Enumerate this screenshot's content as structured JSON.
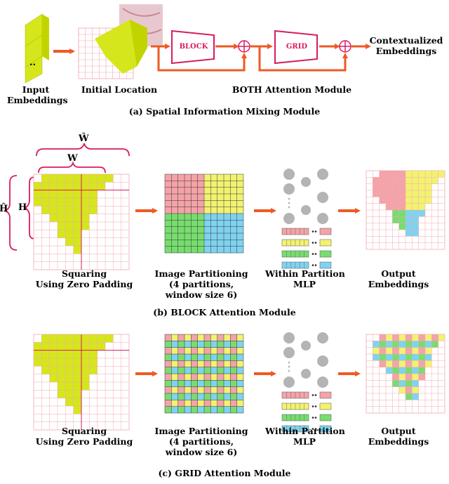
{
  "section_a": {
    "input_label": "Input\nEmbeddings",
    "initial_label": "Initial Location",
    "block_text": "BLOCK",
    "grid_text": "GRID",
    "output_label": "Contextualized\nEmbeddings",
    "both_label": "BOTH Attention Module",
    "caption": "(a) Spatial Information Mixing Module",
    "dots": ".."
  },
  "section_b": {
    "w_hat": "Ŵ",
    "w": "W",
    "h_hat": "Ĥ",
    "h": "H",
    "squaring_label": "Squaring\nUsing Zero Padding",
    "partition_label": "Image Partitioning\n(4 partitions,\nwindow size 6)",
    "mlp_label": "Within Partition\nMLP",
    "output_label": "Output\nEmbeddings",
    "caption": "(b) BLOCK Attention Module"
  },
  "section_c": {
    "squaring_label": "Squaring\nUsing Zero Padding",
    "partition_label": "Image Partitioning\n(4 partitions,\nwindow size 6)",
    "mlp_label": "Within Partition\nMLP",
    "output_label": "Output\nEmbeddings",
    "caption": "(c) GRID Attention Module"
  },
  "colors": {
    "yellow": "#d6e61c",
    "red": "#f4a3a8",
    "green": "#77dd6f",
    "blue": "#7fd3f0",
    "lightyellow": "#f2f271",
    "arrow": "#ee5a24",
    "magenta": "#d81b60",
    "gray": "#b4b4b4"
  }
}
